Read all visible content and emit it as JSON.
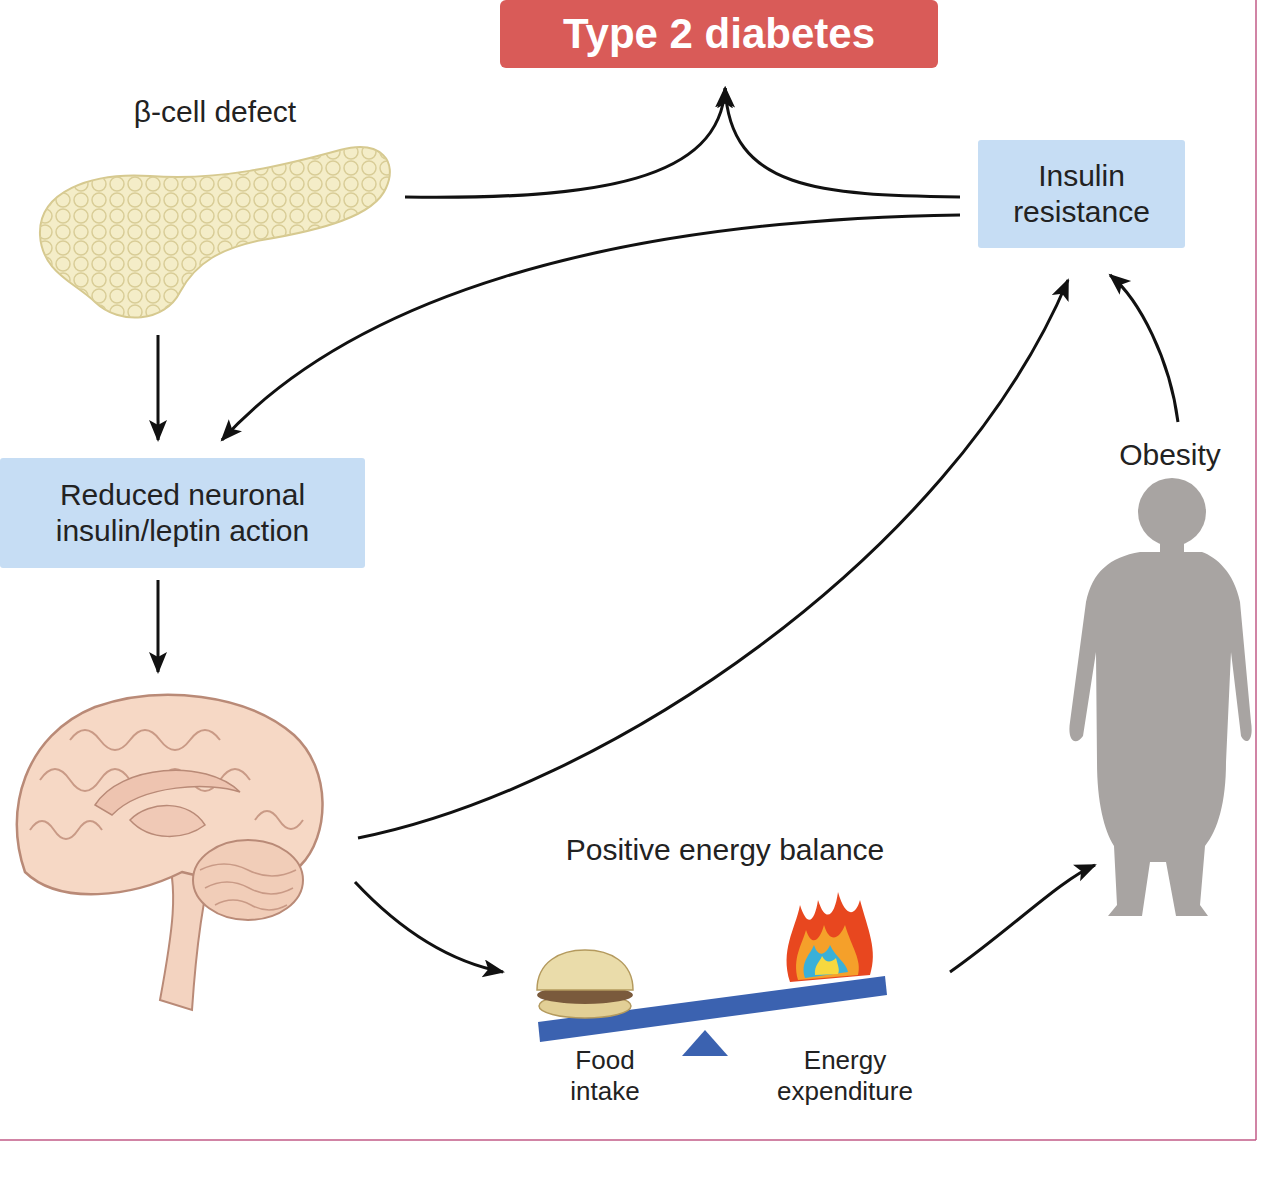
{
  "diagram": {
    "nodes": [
      {
        "text": [
          "Type 2 diabetes"
        ]
      },
      {
        "text": [
          "β-cell defect"
        ]
      },
      {
        "text": [
          "Insulin resistance"
        ]
      },
      {
        "text": [
          "Reduced neuronal insulin/leptin action"
        ]
      },
      {
        "text": [
          "Obesity"
        ]
      },
      {
        "text": [
          "Positive energy balance",
          "Food intake",
          "Energy expenditure"
        ]
      }
    ],
    "edges": [
      {
        "from": 1,
        "to": 0,
        "arrow": "to"
      },
      {
        "from": 2,
        "to": 0,
        "arrow": "to"
      },
      {
        "from": 1,
        "to": 3,
        "arrow": "to"
      },
      {
        "from": 2,
        "to": 3,
        "arrow": "to"
      },
      {
        "from": 5,
        "to": 4,
        "arrow": "to"
      },
      {
        "from": 4,
        "to": 2,
        "arrow": "to"
      }
    ]
  }
}
